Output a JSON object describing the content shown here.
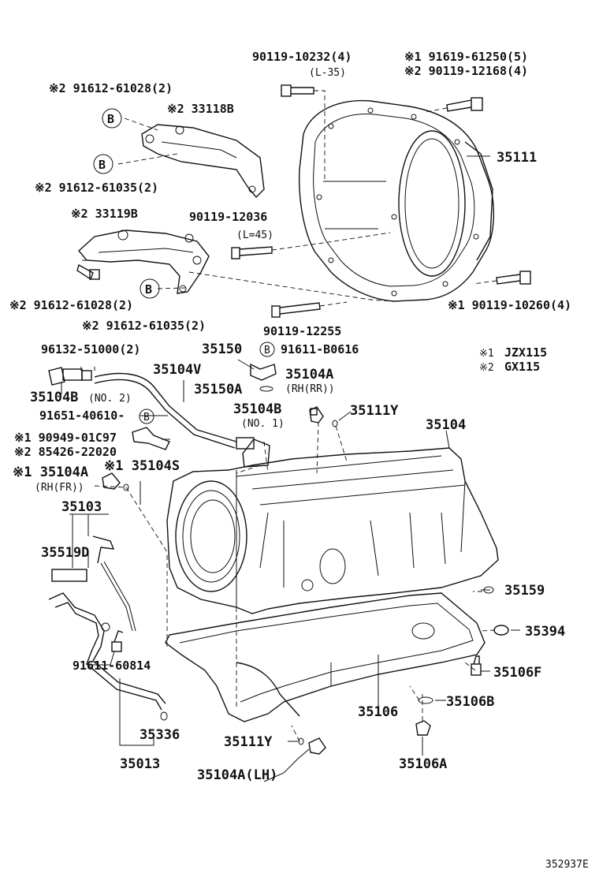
{
  "diagram_id": "352937E",
  "legend": {
    "mark1": "※1",
    "model1": "JZX115",
    "mark2": "※2",
    "model2": "GX115"
  },
  "labels": {
    "p90119_10232": "90119-10232(4)",
    "l35": "(L-35)",
    "p91619_61250": "※1 91619-61250(5)",
    "p90119_12168": "※2 90119-12168(4)",
    "p35111": "35111",
    "p91612_61028_top": "※2 91612-61028(2)",
    "p33118b": "※2 33118B",
    "p91612_61035_top": "※2 91612-61035(2)",
    "p33119b": "※2 33119B",
    "p90119_12036": "90119-12036",
    "l45": "(L=45)",
    "p91612_61028_mid": "※2 91612-61028(2)",
    "p91612_61035_mid": "※2 91612-61035(2)",
    "p90119_10260": "※1 90119-10260(4)",
    "p90119_12255": "90119-12255",
    "p96132_51000": "96132-51000(2)",
    "p35150": "35150",
    "p91611_b0616": "91611-B0616",
    "p35104v": "35104V",
    "p35104a_rr": "35104A",
    "rh_rr": "(RH(RR))",
    "p35104b_no2": "35104B",
    "no2": "(NO. 2)",
    "p35150a": "35150A",
    "p91651_40610": "91651-40610-",
    "p35104b_no1": "35104B",
    "no1": "(NO. 1)",
    "p35111y_top": "35111Y",
    "p35104": "35104",
    "p90949_01c97": "※1 90949-01C97",
    "p85426_22020": "※2 85426-22020",
    "p35104a_fr": "※1 35104A",
    "rh_fr": "(RH(FR))",
    "p35104s": "※1 35104S",
    "p35103": "35103",
    "p35519d": "35519D",
    "p35159": "35159",
    "p35394": "35394",
    "p91611_60814": "91611-60814",
    "p35106f": "35106F",
    "p35106": "35106",
    "p35106b": "35106B",
    "p35336": "35336",
    "p35111y_bot": "35111Y",
    "p35013": "35013",
    "p35104a_lh": "35104A(LH)",
    "p35106a": "35106A",
    "b": "B"
  }
}
